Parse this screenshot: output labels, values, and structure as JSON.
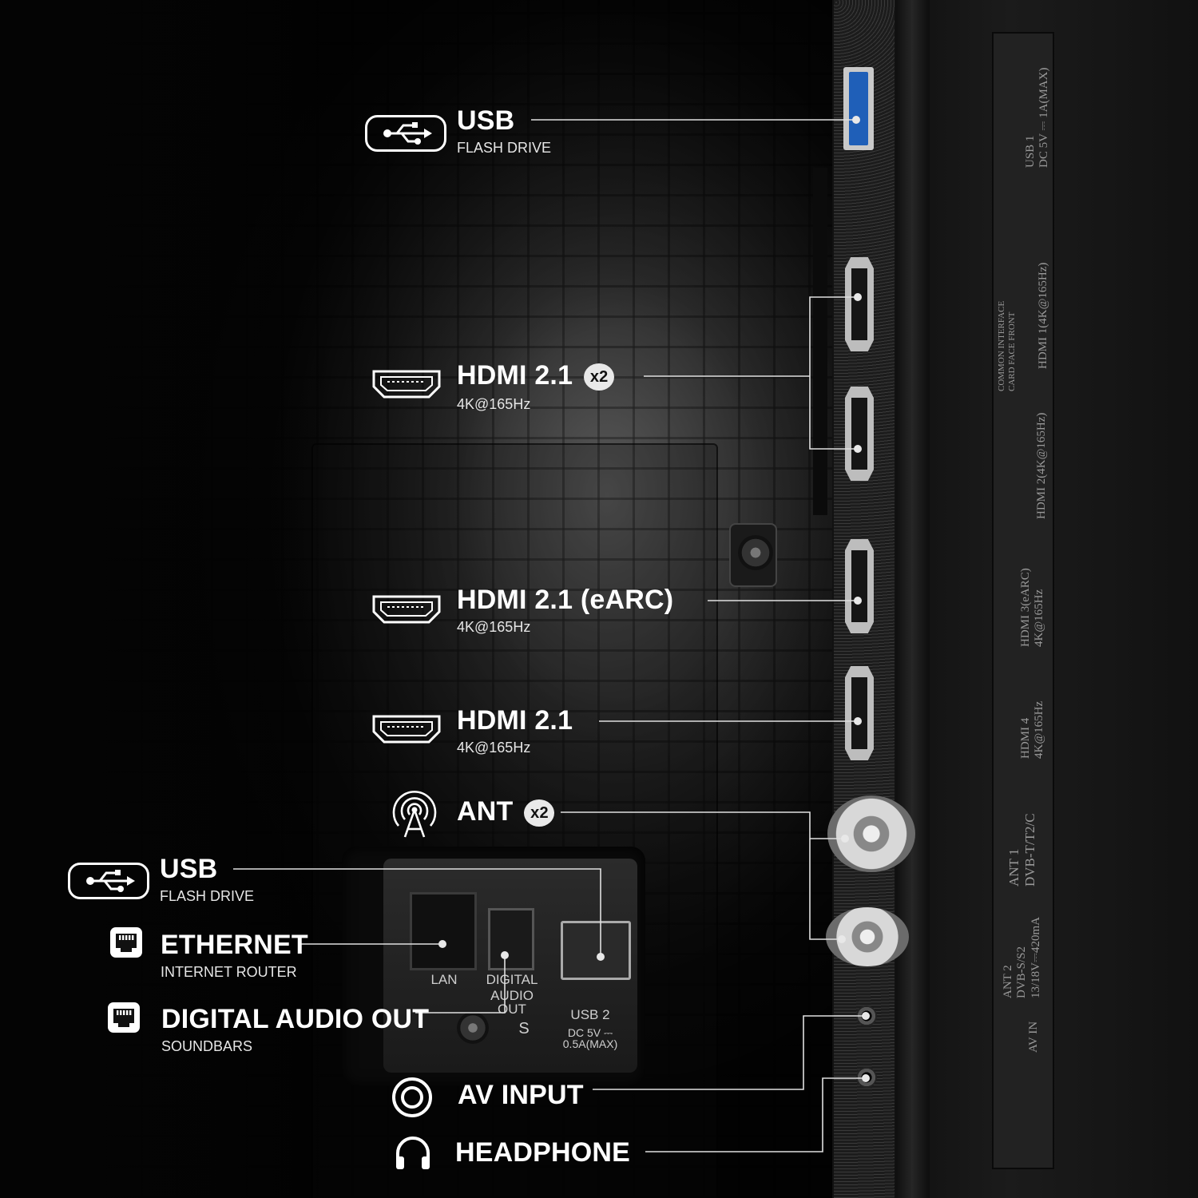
{
  "callouts": {
    "usb_top": {
      "title": "USB",
      "subtitle": "FLASH DRIVE"
    },
    "hdmi_x2": {
      "title": "HDMI 2.1",
      "badge": "x2",
      "subtitle": "4K@165Hz"
    },
    "hdmi_earc": {
      "title": "HDMI 2.1 (eARC)",
      "subtitle": "4K@165Hz"
    },
    "hdmi_1": {
      "title": "HDMI 2.1",
      "subtitle": "4K@165Hz"
    },
    "ant": {
      "title": "ANT",
      "badge": "x2"
    },
    "usb_low": {
      "title": "USB",
      "subtitle": "FLASH DRIVE"
    },
    "ethernet": {
      "title": "ETHERNET",
      "subtitle": "INTERNET ROUTER"
    },
    "digital_audio": {
      "title": "DIGITAL AUDIO OUT",
      "subtitle": "SOUNDBARS"
    },
    "av_input": {
      "title": "AV INPUT"
    },
    "headphone": {
      "title": "HEADPHONE"
    }
  },
  "port_labels": {
    "lan": "LAN",
    "digital_audio_1": "DIGITAL",
    "digital_audio_2": "AUDIO OUT",
    "usb2": "USB 2",
    "usb2_power": "DC 5V ⎓ 0.5A(MAX)",
    "s_mark": "S"
  },
  "side_labels": {
    "usb1": "USB 1\nDC 5V ⎓ 1A(MAX)",
    "ci": "COMMON INTERFACE\nCARD FACE FRONT",
    "hdmi1": "HDMI 1(4K@165Hz)",
    "hdmi2": "HDMI 2(4K@165Hz)",
    "hdmi3": "HDMI 3(eARC)\n4K@165Hz",
    "hdmi4": "HDMI 4\n4K@165Hz",
    "ant1": "ANT 1\nDVB-T/T2/C",
    "ant2": "ANT 2\nDVB-S/S2\n13/18V⎓420mA",
    "av_in": "AV IN"
  },
  "colors": {
    "usb_port": "#1f5fb8",
    "line": "#e0e0e0"
  },
  "icons": [
    "usb-icon",
    "hdmi-icon",
    "antenna-icon",
    "ethernet-icon",
    "rca-icon",
    "headphone-icon"
  ]
}
